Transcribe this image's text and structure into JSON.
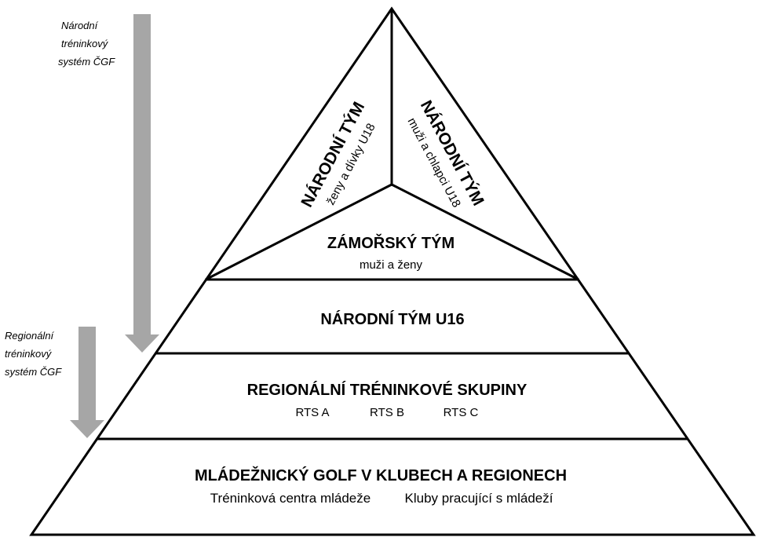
{
  "side_labels": {
    "national": [
      "Národní",
      "tréninkový",
      "systém ČGF"
    ],
    "regional": [
      "Regionální",
      "tréninkový",
      "systém ČGF"
    ]
  },
  "pyramid": {
    "top_left": {
      "title": "NÁRODNÍ TÝM",
      "subtitle": "ženy a dívky U18"
    },
    "top_right": {
      "title": "NÁRODNÍ TÝM",
      "subtitle": "muži a chlapci U18"
    },
    "center": {
      "title": "ZÁMOŘSKÝ TÝM",
      "subtitle": "muži a ženy"
    },
    "level2": {
      "title": "NÁRODNÍ TÝM U16"
    },
    "level3": {
      "title": "REGIONÁLNÍ TRÉNINKOVÉ SKUPINY",
      "items": [
        "RTS A",
        "RTS B",
        "RTS C"
      ]
    },
    "level4": {
      "title": "MLÁDEŽNICKÝ GOLF V KLUBECH A REGIONECH",
      "items": [
        "Tréninková centra mládeže",
        "Kluby pracující s mládeží"
      ]
    }
  },
  "colors": {
    "arrow": "#a6a6a6",
    "line": "#000000",
    "background": "#ffffff"
  }
}
